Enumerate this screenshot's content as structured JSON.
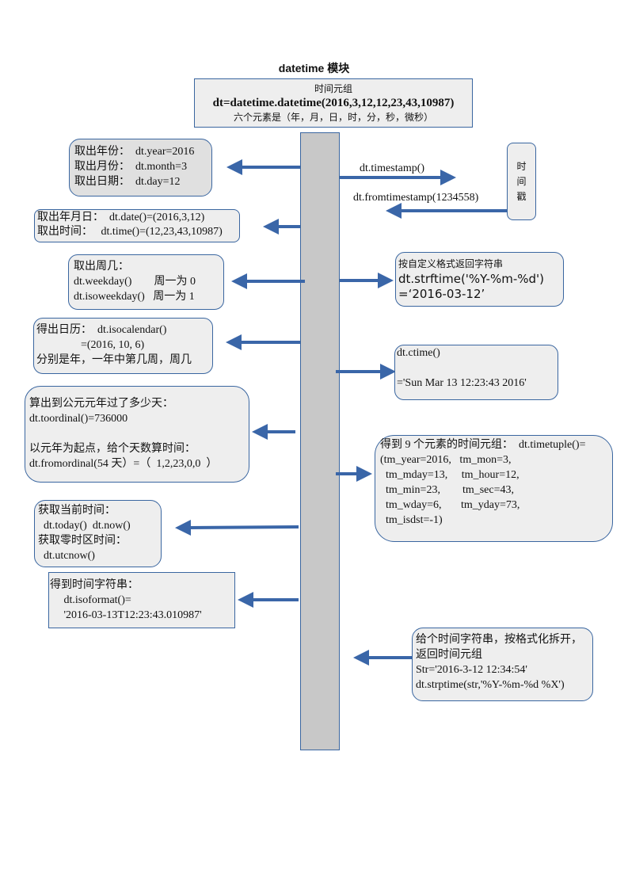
{
  "title": "datetime 模块",
  "header": {
    "line1": "时间元组",
    "line2": "dt=datetime.datetime(2016,3,12,12,23,43,10987)",
    "line3": "六个元素是（年，月，日，时，分，秒，微秒）"
  },
  "boxes": {
    "year": [
      "取出年份：  dt.year=2016",
      "取出月份：  dt.month=3",
      "取出日期：  dt.day=12"
    ],
    "date": [
      "取出年月日：  dt.date()=(2016,3,12)",
      "取出时间：   dt.time()=(12,23,43,10987)"
    ],
    "timestamp": {
      "label": "时\n间\n戳",
      "to": "dt.timestamp()",
      "from": "dt.fromtimestamp(1234558)"
    },
    "weekday": [
      "取出周几：",
      "dt.weekday()        周一为 0",
      "dt.isoweekday()   周一为 1"
    ],
    "isocalendar": [
      "得出日历：  dt.isocalendar()",
      "                =(2016, 10, 6)",
      "分别是年，一年中第几周，周几"
    ],
    "ordinal": [
      "算出到公元元年过了多少天：",
      "dt.toordinal()=736000",
      "",
      "以元年为起点，给个天数算时间：",
      "dt.fromordinal(54 天）=（  1,2,23,0,0  ）"
    ],
    "now": [
      "获取当前时间：",
      "  dt.today()  dt.now()",
      "获取零时区时间：",
      "  dt.utcnow()"
    ],
    "isoformat": [
      "得到时间字符串：",
      "     dt.isoformat()=",
      "     '2016-03-13T12:23:43.010987'"
    ],
    "strftime": [
      "按自定义格式返回字符串",
      "dt.strftime('%Y-%m-%d')",
      "=‘2016-03-12’"
    ],
    "ctime": [
      "dt.ctime()",
      "",
      "='Sun Mar 13 12:23:43 2016'"
    ],
    "timetuple": [
      "得到 9 个元素的时间元组：  dt.timetuple()=",
      "(tm_year=2016,   tm_mon=3,",
      "  tm_mday=13,     tm_hour=12,",
      "  tm_min=23,        tm_sec=43,",
      "  tm_wday=6,       tm_yday=73,",
      "  tm_isdst=-1)"
    ],
    "strptime": [
      "给个时间字符串，按格式化拆开，",
      "返回时间元组",
      "Str='2016-3-12 12:34:54'",
      "dt.strptime(str,'%Y-%m-%d %X')"
    ]
  },
  "colors": {
    "arrow": "#3a66a8",
    "border": "#3a66a0",
    "bar": "#c8c8c8",
    "box": "#eeeeee"
  }
}
